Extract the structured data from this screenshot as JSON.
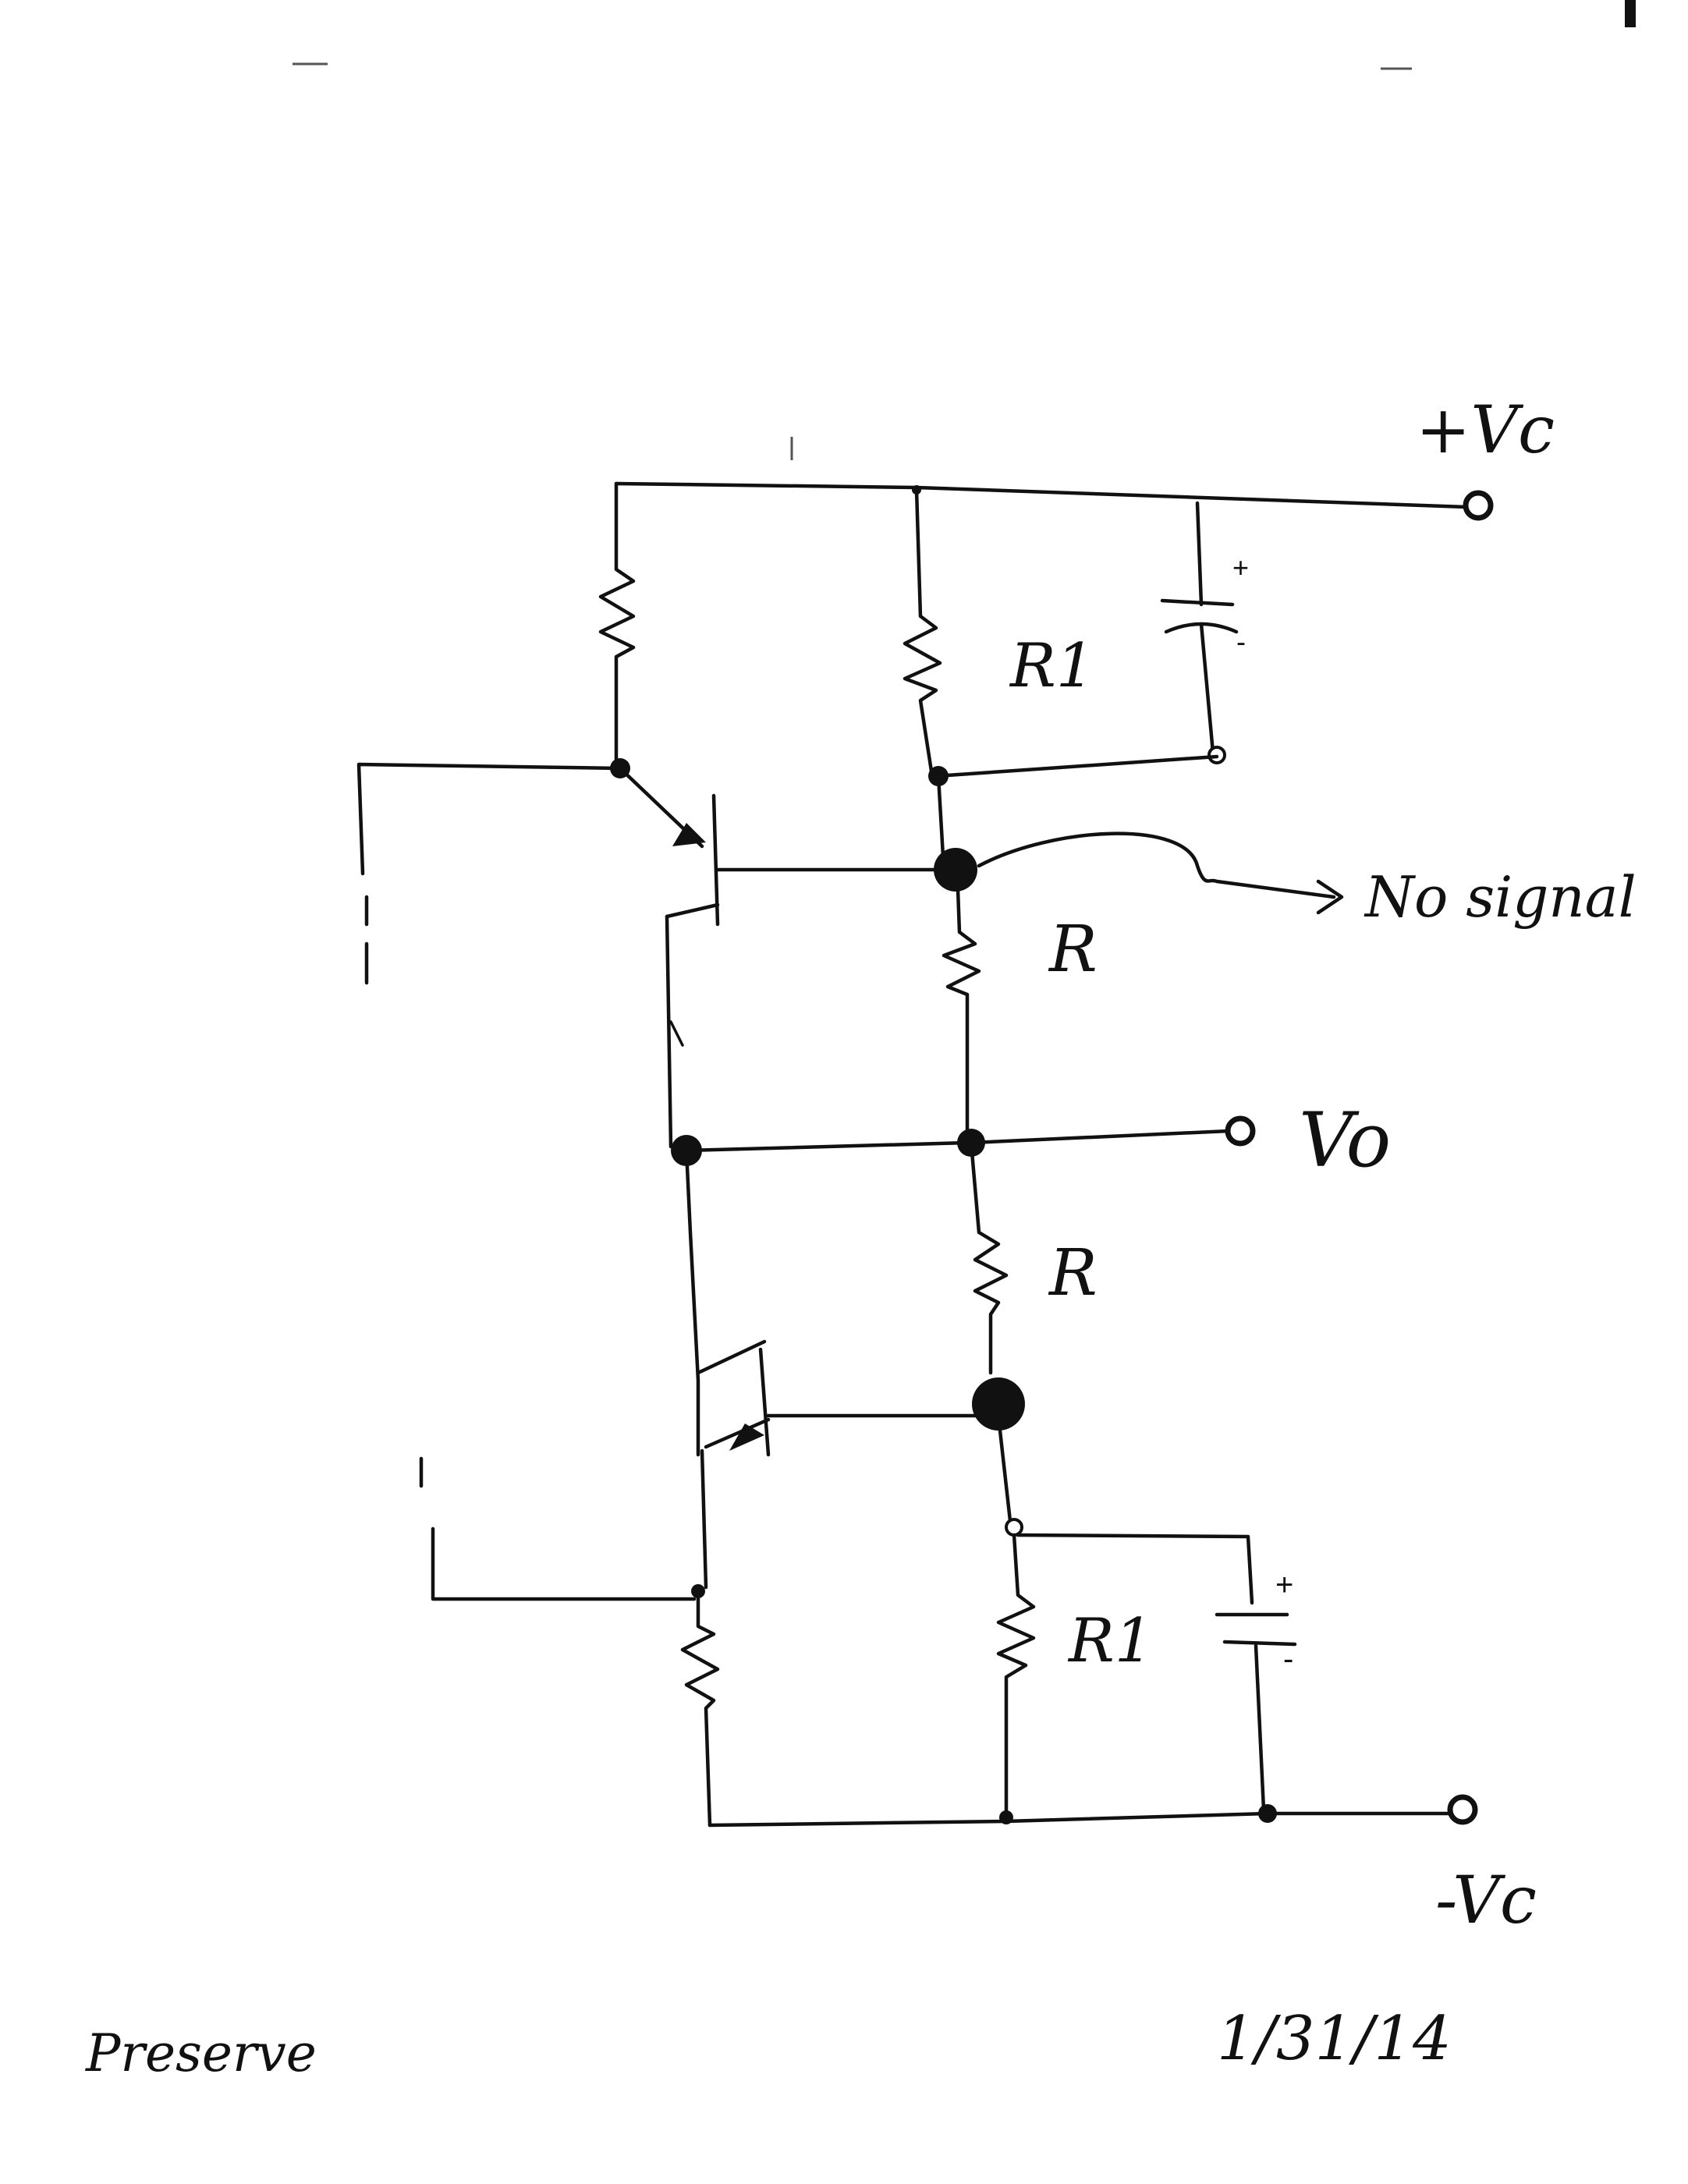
{
  "labels": {
    "pos_supply": "+Vc",
    "neg_supply": "-Vc",
    "output": "Vo",
    "r1_top": "R1",
    "r_upper": "R",
    "r_lower": "R",
    "r1_bottom": "R1",
    "cap_top_plus": "+",
    "cap_top_minus": "-",
    "cap_bottom_plus": "+",
    "cap_bottom_minus": "-",
    "annotation": "No signal",
    "signature": "Preserve",
    "date": "1/31/14"
  },
  "colors": {
    "ink": "#111111",
    "paper": "#ffffff"
  }
}
